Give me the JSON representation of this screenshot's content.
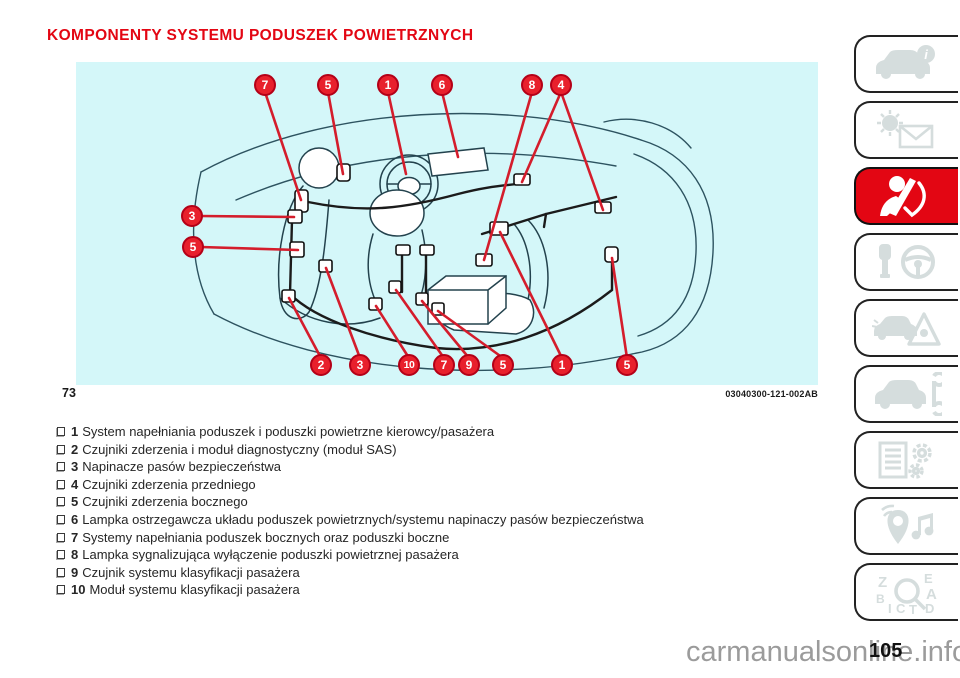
{
  "page": {
    "title": "KOMPONENTY SYSTEMU PODUSZEK POWIETRZNYCH",
    "page_number": "105",
    "watermark": "carmanualsonline.info"
  },
  "figure": {
    "number": "73",
    "code": "03040300-121-002AB",
    "callouts": [
      {
        "label": "7"
      },
      {
        "label": "5"
      },
      {
        "label": "1"
      },
      {
        "label": "6"
      },
      {
        "label": "8"
      },
      {
        "label": "4"
      },
      {
        "label": "3"
      },
      {
        "label": "5"
      },
      {
        "label": "2"
      },
      {
        "label": "3"
      },
      {
        "label": "10"
      },
      {
        "label": "7"
      },
      {
        "label": "9"
      },
      {
        "label": "5"
      },
      {
        "label": "1"
      },
      {
        "label": "5"
      }
    ]
  },
  "legend": {
    "items": [
      {
        "num": "1",
        "text": "System napełniania poduszek i poduszki powietrzne kierowcy/pasażera"
      },
      {
        "num": "2",
        "text": "Czujniki zderzenia i moduł diagnostyczny (moduł SAS)"
      },
      {
        "num": "3",
        "text": "Napinacze pasów bezpieczeństwa"
      },
      {
        "num": "4",
        "text": "Czujniki zderzenia przedniego"
      },
      {
        "num": "5",
        "text": "Czujniki zderzenia bocznego"
      },
      {
        "num": "6",
        "text": "Lampka ostrzegawcza układu poduszek powietrznych/systemu napinaczy pasów bezpieczeństwa"
      },
      {
        "num": "7",
        "text": "Systemy napełniania poduszek bocznych oraz poduszki boczne"
      },
      {
        "num": "8",
        "text": "Lampka sygnalizująca wyłączenie poduszki powietrznej pasażera"
      },
      {
        "num": "9",
        "text": "Czujnik systemu klasyfikacji pasażera"
      },
      {
        "num": "10",
        "text": "Moduł systemu klasyfikacji pasażera"
      }
    ]
  },
  "sidebar": {
    "tabs": [
      {
        "name": "poznawanie-samochodu",
        "active": false
      },
      {
        "name": "lampki-i-komunikaty",
        "active": false
      },
      {
        "name": "bezpieczenstwo",
        "active": true
      },
      {
        "name": "uruchamianie-i-jazda",
        "active": false
      },
      {
        "name": "w-razie-awarii",
        "active": false
      },
      {
        "name": "obsluga-samochodu",
        "active": false
      },
      {
        "name": "dane-techniczne",
        "active": false
      },
      {
        "name": "multimedia",
        "active": false
      },
      {
        "name": "indeks-alfabetyczny",
        "active": false
      }
    ]
  },
  "colors": {
    "accent_red": "#e30613",
    "callout_fill": "#e8202c",
    "callout_ring": "#b40017",
    "diagram_bg": "#d4f7f9",
    "icon_gray": "#d5dddd",
    "watermark_gray": "#9b9b9b"
  }
}
